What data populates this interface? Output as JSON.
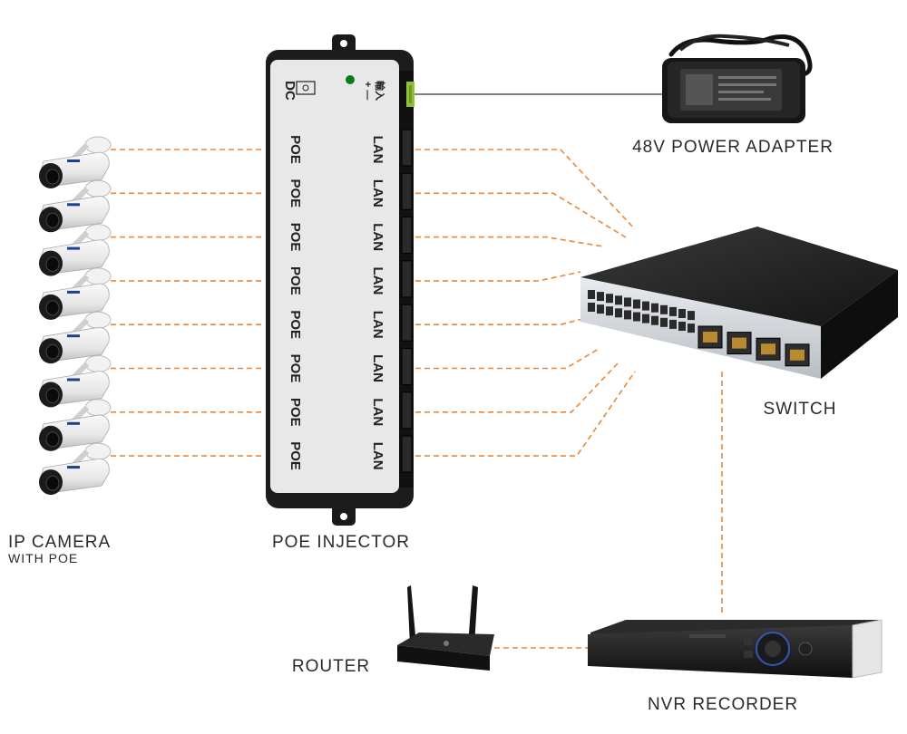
{
  "labels": {
    "ip_camera": "IP CAMERA",
    "ip_camera_sub": "WITH POE",
    "poe_injector": "POE INJECTOR",
    "power_adapter": "48V POWER ADAPTER",
    "switch": "SWITCH",
    "router": "ROUTER",
    "nvr": "NVR RECORDER"
  },
  "injector": {
    "dc_label": "DC",
    "port_left_label": "POE",
    "port_right_label": "LAN",
    "cn_label_1": "輸入",
    "cn_label_2": "+ —"
  },
  "camera_count": 8,
  "colors": {
    "wire": "#e8893a",
    "device_black": "#1c1c1c",
    "injector_face": "#e8e8e8"
  }
}
